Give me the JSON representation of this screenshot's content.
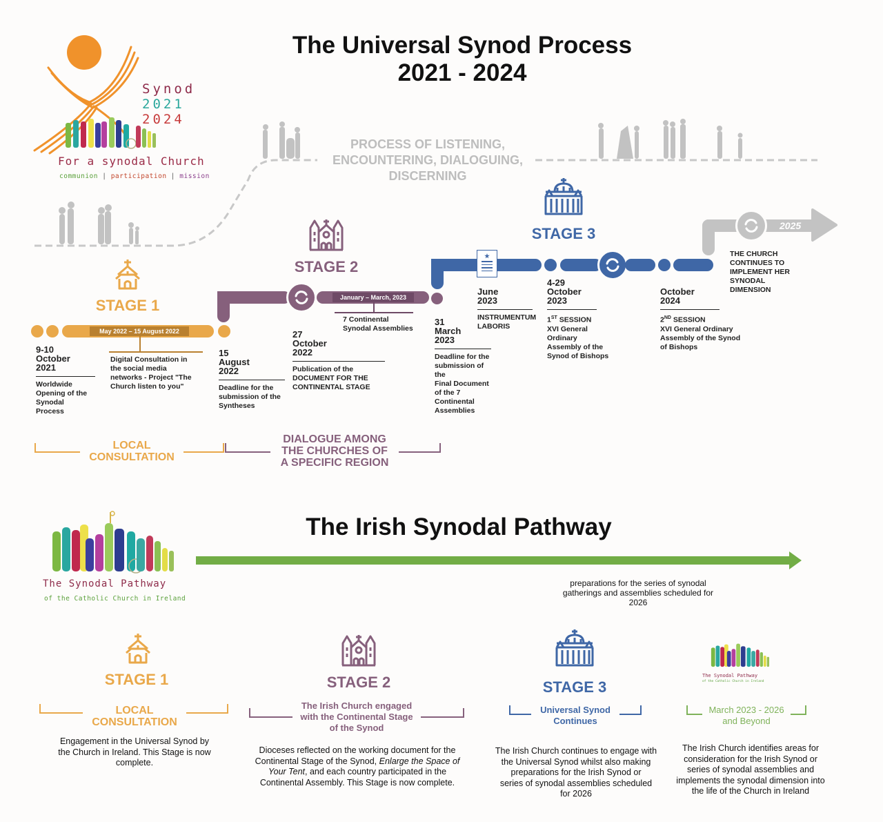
{
  "universal": {
    "title_line1": "The Universal Synod Process",
    "title_line2": "2021 - 2024",
    "logo": {
      "word": "Synod",
      "year1": "2021",
      "year2": "2024",
      "tagline": "For a synodal Church",
      "values": [
        "communion",
        "participation",
        "mission"
      ],
      "separator": "|"
    },
    "process_label": [
      "PROCESS OF LISTENING,",
      "ENCOUNTERING, DIALOGUING,",
      "DISCERNING"
    ],
    "stages": [
      {
        "label": "STAGE 1",
        "icon": "chapel-icon",
        "color": "#e9a84a"
      },
      {
        "label": "STAGE 2",
        "icon": "cathedral-icon",
        "color": "#86607c"
      },
      {
        "label": "STAGE 3",
        "icon": "basilica-icon",
        "color": "#3f67a6"
      }
    ],
    "period_tags": {
      "stage1": "May 2022 – 15 August 2022",
      "stage2": "January – March, 2023"
    },
    "events": [
      {
        "date": [
          "9-10",
          "October",
          "2021"
        ],
        "desc": [
          "Worldwide",
          "Opening of the",
          "Synodal",
          "Process"
        ]
      },
      {
        "date": [],
        "desc": [
          "Digital Consultation in",
          "the social media",
          "networks - Project \"The",
          "Church listen to you\""
        ]
      },
      {
        "date": [
          "15",
          "August",
          "2022"
        ],
        "desc": [
          "Deadline for the",
          "submission of the",
          "Syntheses"
        ]
      },
      {
        "date": [
          "27",
          "October",
          "2022"
        ],
        "desc": [
          "Publication of the",
          "DOCUMENT FOR THE",
          "CONTINENTAL STAGE"
        ]
      },
      {
        "date": [],
        "desc": [
          "7 Continental",
          "Synodal Assemblies"
        ]
      },
      {
        "date": [
          "31",
          "March",
          "2023"
        ],
        "desc": [
          "Deadline for the",
          "submission of the",
          "Final Document",
          "of the 7",
          "Continental",
          "Assemblies"
        ]
      },
      {
        "date": [
          "June",
          "2023"
        ],
        "desc": [
          "INSTRUMENTUM",
          "LABORIS"
        ]
      },
      {
        "date": [
          "4-29",
          "October",
          "2023"
        ],
        "session": {
          "num": "1",
          "sup": "ST",
          "word": " SESSION"
        },
        "desc": [
          "XVI General",
          "Ordinary",
          "Assembly of the",
          "Synod of Bishops"
        ]
      },
      {
        "date": [
          "October",
          "2024"
        ],
        "session": {
          "num": "2",
          "sup": "ND",
          "word": " SESSION"
        },
        "desc": [
          "XVI General Ordinary",
          "Assembly of the Synod",
          "of Bishops"
        ]
      }
    ],
    "future": {
      "year": "2025",
      "desc": [
        "THE CHURCH",
        "CONTINUES TO",
        "IMPLEMENT HER",
        "SYNODAL",
        "DIMENSION"
      ]
    },
    "brackets": {
      "local": [
        "LOCAL",
        "CONSULTATION"
      ],
      "dialogue": [
        "DIALOGUE AMONG",
        "THE CHURCHES OF",
        "A SPECIFIC REGION"
      ]
    }
  },
  "irish": {
    "title": "The Irish Synodal Pathway",
    "logo": {
      "name": "The Synodal Pathway",
      "sub": "of the Catholic Church in Ireland"
    },
    "arrow_note": [
      "preparations for the series of synodal",
      "gatherings and assemblies scheduled for",
      "2026"
    ],
    "stages": [
      {
        "label": "STAGE 1",
        "bracket": [
          "LOCAL",
          "CONSULTATION"
        ],
        "body": [
          "Engagement in the Universal Synod by",
          "the Church in Ireland. This Stage is now",
          "complete."
        ]
      },
      {
        "label": "STAGE 2",
        "bracket": [
          "The Irish Church engaged",
          "with the Continental Stage",
          "of the Synod"
        ],
        "body_pre": "Dioceses reflected on the working document for the Continental Stage of the Synod, ",
        "body_italic": "Enlarge the Space of Your Tent",
        "body_post": ", and each country participated in the Continental Assembly. This Stage is now complete."
      },
      {
        "label": "STAGE 3",
        "bracket": [
          "Universal Synod",
          "Continues"
        ],
        "body": [
          "The Irish Church continues to engage with",
          "the Universal Synod whilst also making",
          "preparations for the Irish Synod or",
          "series of synodal assemblies scheduled",
          "for 2026"
        ]
      },
      {
        "label": "",
        "logo_name": "The Synodal Pathway",
        "logo_sub": "of the Catholic Church in Ireland",
        "bracket": [
          "March 2023 - 2026",
          "and Beyond"
        ],
        "body": [
          "The Irish Church identifies areas for",
          "consideration for the Irish Synod or",
          "series of synodal assemblies and",
          "implements the synodal dimension into",
          "the life of the Church in Ireland"
        ]
      }
    ]
  },
  "colors": {
    "orange": "#e9a84a",
    "orange_dark": "#b9802f",
    "purple": "#86607c",
    "purple_dark": "#6e4a66",
    "blue": "#3f67a6",
    "grey": "#c3c3c3",
    "green": "#72ad46"
  }
}
